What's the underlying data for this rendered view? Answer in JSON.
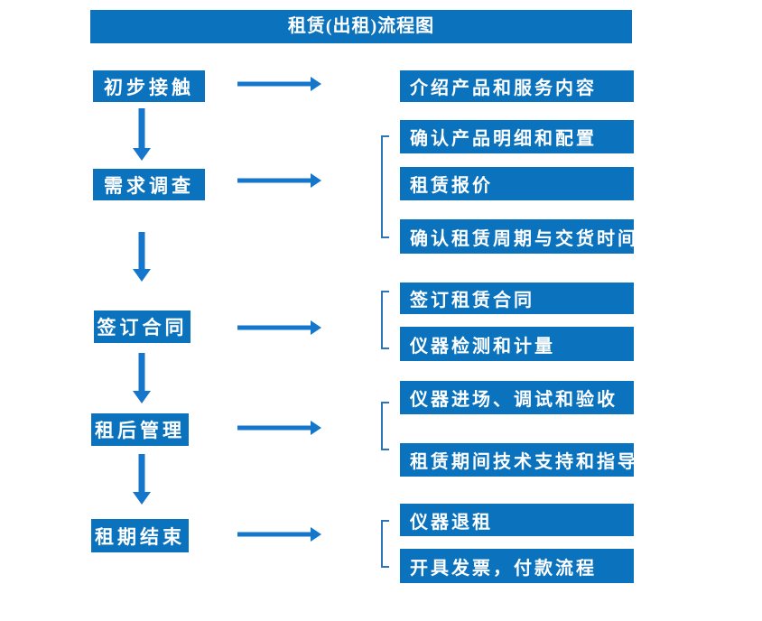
{
  "title": "租赁(出租)流程图",
  "colors": {
    "box_fill": "#0B72BE",
    "arrow_fill": "#1477CC",
    "bracket_stroke": "#2E75B6",
    "box_text": "#FFFFFF",
    "page_background": "#FFFFFF"
  },
  "flow": [
    {
      "step": "初步接触",
      "outputs": [
        "介绍产品和服务内容"
      ]
    },
    {
      "step": "需求调查",
      "outputs": [
        "确认产品明细和配置",
        "租赁报价",
        "确认租赁周期与交货时间"
      ]
    },
    {
      "step": "签订合同",
      "outputs": [
        "签订租赁合同",
        "仪器检测和计量"
      ]
    },
    {
      "step": "租后管理",
      "outputs": [
        "仪器进场、调试和验收",
        "租赁期间技术支持和指导"
      ]
    },
    {
      "step": "租期结束",
      "outputs": [
        "仪器退租",
        "开具发票，付款流程"
      ]
    }
  ]
}
